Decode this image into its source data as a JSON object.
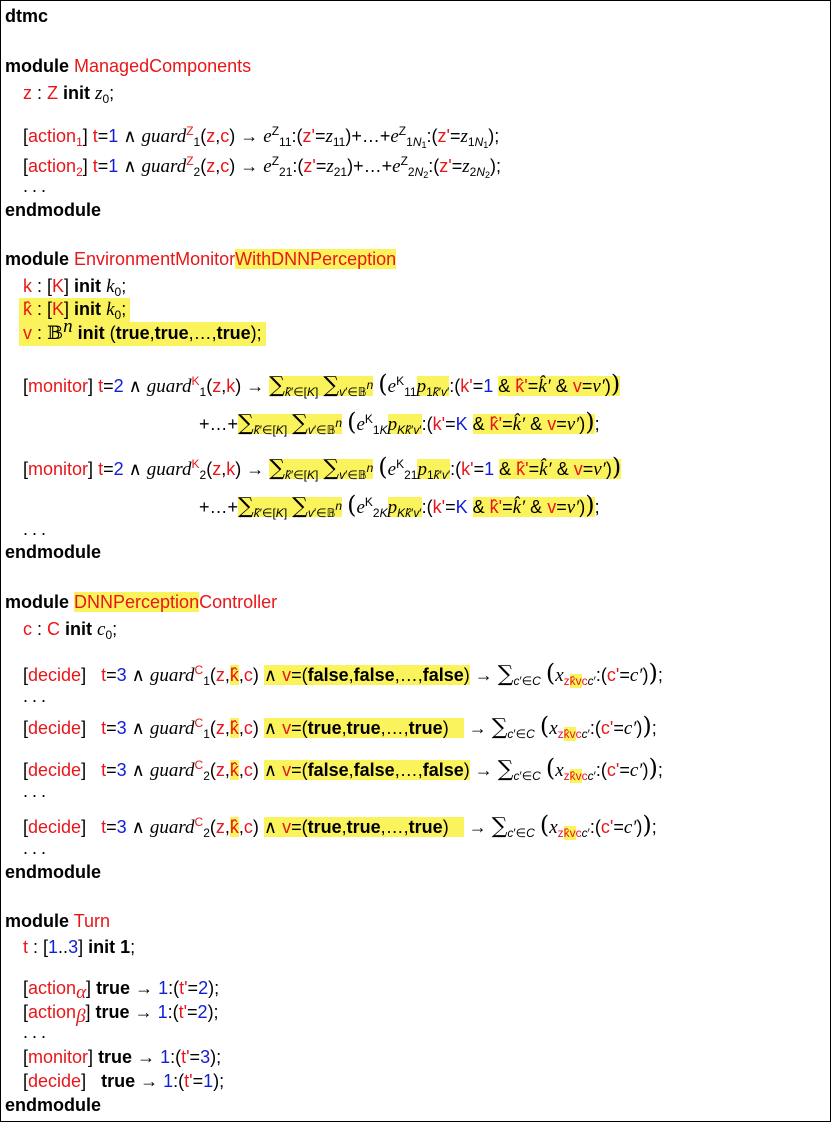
{
  "header": "dtmc",
  "kw": {
    "module": "module",
    "endmodule": "endmodule",
    "init": "init",
    "true": "true",
    "false": "false"
  },
  "mc": {
    "name": "ManagedComponents",
    "var": "z",
    "type": "Z",
    "init_val": "z",
    "init_sub": "0",
    "a1": "action",
    "a1_sub": "1",
    "a2": "action",
    "a2_sub": "2"
  },
  "em": {
    "name_a": "EnvironmentMonitor",
    "name_b": "WithDNNPerception",
    "k": "k",
    "K": "K",
    "khat": "k̂",
    "v": "v",
    "Bn": "𝔹",
    "n": "n",
    "monitor": "monitor"
  },
  "ctrl": {
    "name_a": "DNNPerception",
    "name_b": "Controller",
    "c": "c",
    "C": "C",
    "decide": "decide"
  },
  "turn": {
    "name": "Turn",
    "t": "t",
    "range_lo": "1",
    "range_hi": "3",
    "init_val": "1",
    "alpha": "α",
    "beta": "β"
  },
  "common": {
    "guard": "guard",
    "one": "1",
    "two": "2",
    "three": "3",
    "dots": "..."
  }
}
